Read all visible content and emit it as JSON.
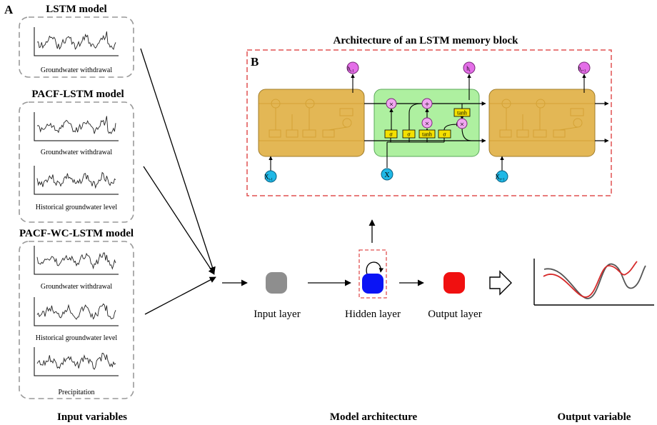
{
  "panel_a": {
    "letter": "A",
    "groups": [
      {
        "title": "LSTM model",
        "series": [
          "Groundwater withdrawal"
        ]
      },
      {
        "title": "PACF-LSTM model",
        "series": [
          "Groundwater withdrawal",
          "Historical groundwater level"
        ]
      },
      {
        "title": "PACF-WC-LSTM model",
        "series": [
          "Groundwater withdrawal",
          "Historical groundwater level",
          "Precipitation"
        ]
      }
    ]
  },
  "panel_b": {
    "letter": "B",
    "title": "Architecture of an LSTM memory block",
    "gates": [
      "σ",
      "σ",
      "tanh",
      "σ"
    ],
    "cell_tanh": "tanh",
    "multiply_symbol": "×",
    "add_symbol": "+",
    "input_center": "X",
    "input_prev": "X",
    "input_prev_sub": "t-1",
    "input_next": "X",
    "input_next_sub": "t+1",
    "output_center": "h",
    "output_center_sub": "t",
    "output_prev": "h",
    "output_prev_sub": "t-1",
    "output_next": "h",
    "output_next_sub": "t+1"
  },
  "layers": {
    "input": "Input layer",
    "hidden": "Hidden layer",
    "output": "Output layer"
  },
  "footer": {
    "inputs": "Input variables",
    "model": "Model architecture",
    "output": "Output variable"
  },
  "colors": {
    "cell_side": "#e3b755",
    "cell_center": "#aef0a0",
    "dashed_red": "#e05050",
    "gate_yellow": "#f5e000",
    "multiply_pink": "#f0a6f0",
    "input_cyan": "#1fb8e6",
    "output_magenta": "#e46ee8",
    "node_input": "#8e8e8e",
    "node_hidden": "#0a14f5",
    "node_output": "#f01010",
    "curve_red": "#d62a2a",
    "curve_gray": "#555555"
  }
}
